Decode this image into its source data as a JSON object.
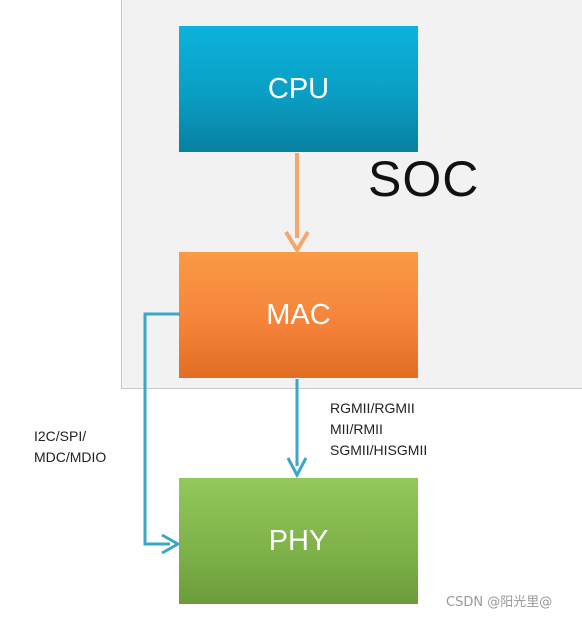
{
  "diagram": {
    "cpu_label": "CPU",
    "mac_label": "MAC",
    "phy_label": "PHY",
    "soc_label": "SOC",
    "mgmt_interface_label": "I2C/SPI/\nMDC/MDIO",
    "data_interface_label": "RGMII/RGMII\nMII/RMII\nSGMII/HISGMII"
  },
  "colors": {
    "cpu": "#0aa8d0",
    "mac": "#f58a3a",
    "phy": "#82b64c",
    "cpu_mac_arrow": "#f5a66a",
    "link_arrow": "#3aa6c8"
  },
  "watermark": "CSDN @阳光里@"
}
